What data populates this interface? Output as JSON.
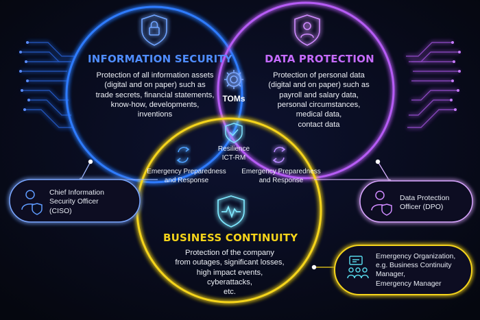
{
  "colors": {
    "background": "#070a18",
    "security": "#2f7bff",
    "protection": "#b65bf5",
    "continuity": "#f5d41a"
  },
  "information_security": {
    "title": "INFORMATION SECURITY",
    "description": [
      "Protection of all information assets",
      "(digital and on paper) such as",
      "trade secrets, financial statements,",
      "know-how, developments,",
      "inventions"
    ],
    "icon": "lock-icon"
  },
  "data_protection": {
    "title": "DATA PROTECTION",
    "description": [
      "Protection of personal data",
      "(digital and on paper) such as",
      "payroll and salary data,",
      "personal circumstances,",
      "medical data,",
      "contact data"
    ],
    "icon": "user-icon"
  },
  "business_continuity": {
    "title": "BUSINESS CONTINUITY",
    "description": [
      "Protection of the company",
      "from outages, significant losses,",
      "high impact events,",
      "cyberattacks,",
      "etc."
    ],
    "icon": "heartbeat-shield-icon"
  },
  "overlaps": {
    "toms": {
      "label": "TOMs",
      "icon": "gear-icon"
    },
    "resilience": {
      "lines": [
        "Resilience",
        "ICT-RM"
      ],
      "icon": "check-shield-icon"
    },
    "left": {
      "lines": [
        "Emergency Preparedness",
        "and  Response"
      ],
      "icon": "cycle-arrows-icon"
    },
    "right": {
      "lines": [
        "Emergency Preparedness",
        "and  Response"
      ],
      "icon": "cycle-arrows-icon"
    }
  },
  "roles": {
    "ciso": {
      "lines": [
        "Chief Information",
        "Security Officer",
        "(CISO)"
      ],
      "icon": "user-shield-icon"
    },
    "dpo": {
      "lines": [
        "Data Protection",
        "Officer (DPO)"
      ],
      "icon": "user-shield-icon"
    },
    "emergency": {
      "lines": [
        "Emergency Organization,",
        "e.g. Business Continuity",
        "Manager,",
        "Emergency Manager"
      ],
      "icon": "team-meeting-icon"
    }
  }
}
